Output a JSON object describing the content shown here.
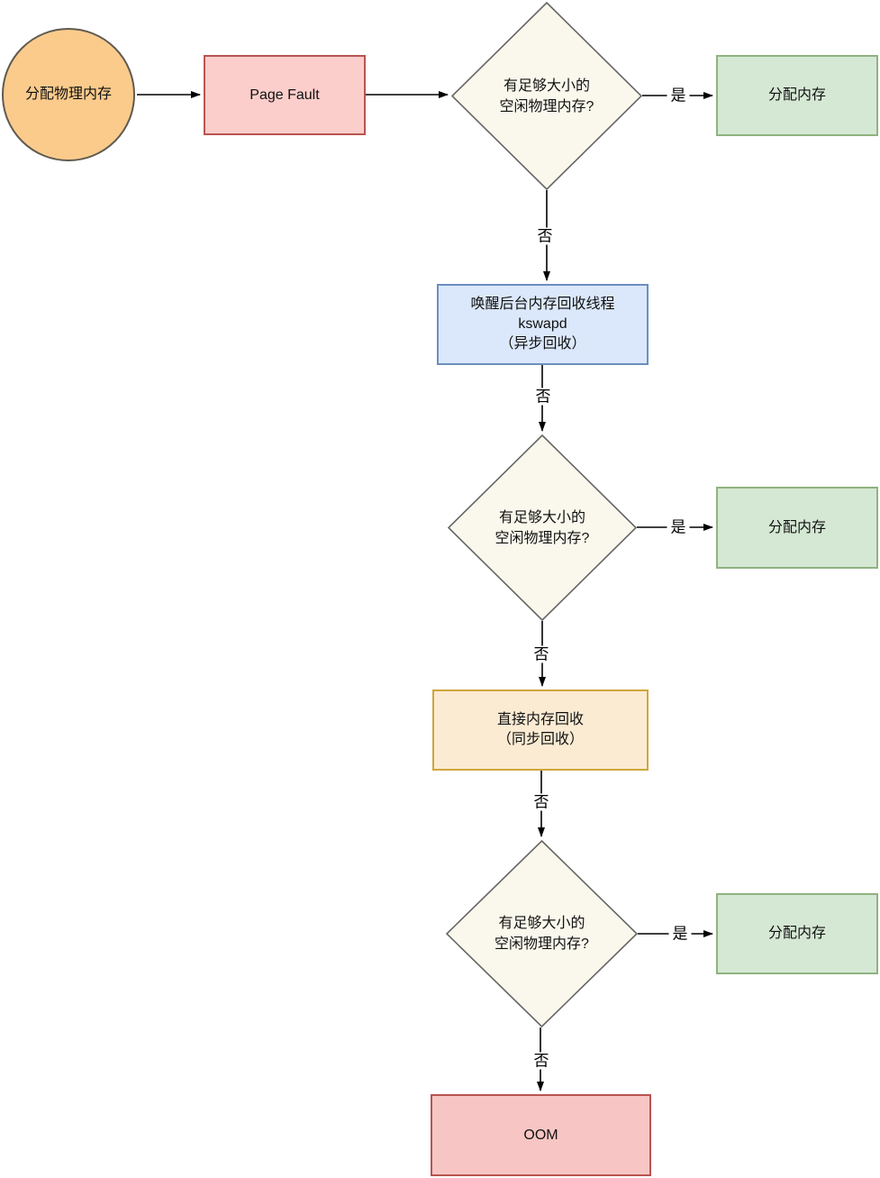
{
  "diagram": {
    "title": "physical-memory-allocation-flowchart",
    "nodes": {
      "start_circle": {
        "label": "分配物理内存"
      },
      "page_fault": {
        "label": "Page Fault"
      },
      "decision1": {
        "line1": "有足够大小的",
        "line2": "空闲物理内存?"
      },
      "alloc1": {
        "label": "分配内存"
      },
      "kswapd": {
        "line1": "唤醒后台内存回收线程",
        "line2": "kswapd",
        "line3": "（异步回收）"
      },
      "decision2": {
        "line1": "有足够大小的",
        "line2": "空闲物理内存?"
      },
      "alloc2": {
        "label": "分配内存"
      },
      "direct_reclaim": {
        "line1": "直接内存回收",
        "line2": "（同步回收）"
      },
      "decision3": {
        "line1": "有足够大小的",
        "line2": "空闲物理内存?"
      },
      "alloc3": {
        "label": "分配内存"
      },
      "oom": {
        "label": "OOM"
      }
    },
    "edge_labels": {
      "yes1": "是",
      "yes2": "是",
      "yes3": "是",
      "no1": "否",
      "no2": "否",
      "no3": "否",
      "no4": "否",
      "no5": "否"
    },
    "colors": {
      "canvas_bg": "#ffffff",
      "circle_fill": "#fbcb8c",
      "circle_stroke": "#5f5a50",
      "red_fill": "#fccecb",
      "red_stroke": "#b85450",
      "oom_fill": "#f7c6c4",
      "green_fill": "#d5e8d4",
      "green_stroke": "#8fb380",
      "blue_fill": "#dbe8fb",
      "blue_stroke": "#6c8ebf",
      "orange_fill": "#fcebd3",
      "orange_stroke": "#cfa63b",
      "diamond_fill": "#faf8ec",
      "diamond_stroke": "#666666",
      "arrow_color": "#000000"
    }
  }
}
